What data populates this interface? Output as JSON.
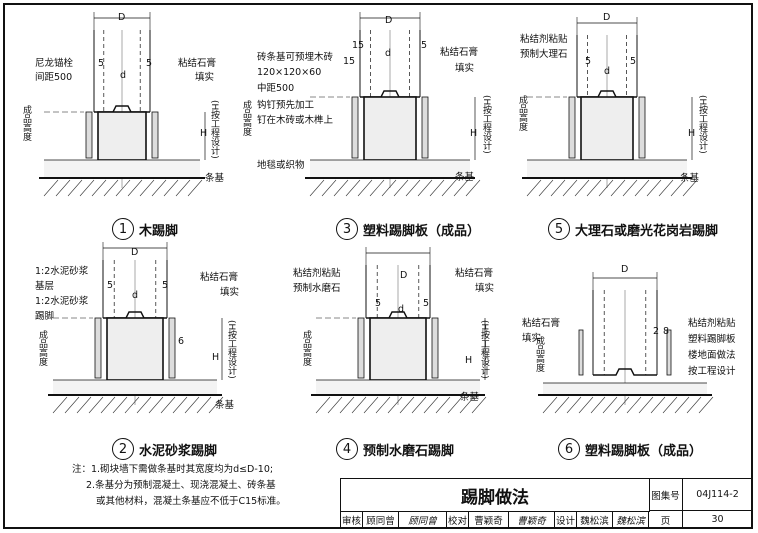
{
  "details": [
    {
      "id": "1",
      "caption": "木踢脚",
      "labels": [
        "D",
        "5",
        "d",
        "5",
        "尼龙锚栓",
        "间距500",
        "粘结石膏",
        "填实",
        "成品高度",
        "H",
        "(H按工程设计)",
        "条基"
      ]
    },
    {
      "id": "3",
      "caption": "塑料踢脚板（成品）",
      "labels": [
        "D",
        "15",
        "d",
        "5",
        "15",
        "砖条基可预埋木砖",
        "120×120×60",
        "中距500",
        "钩钉预先加工",
        "钉在木砖或木榫上",
        "粘结石膏",
        "填实",
        "成品高度",
        "H",
        "(H按工程设计)",
        "地毯或织物",
        "条基"
      ]
    },
    {
      "id": "5",
      "caption": "大理石或磨光花岗岩踢脚",
      "labels": [
        "D",
        "5",
        "d",
        "5",
        "粘结剂粘贴",
        "预制大理石",
        "成品高度",
        "H",
        "(H按工程设计)",
        "条基"
      ]
    },
    {
      "id": "2",
      "caption": "水泥砂浆踢脚",
      "labels": [
        "D",
        "5",
        "d",
        "5",
        "1:2水泥砂浆",
        "基层",
        "1:2水泥砂浆",
        "踢脚",
        "粘结石膏",
        "填实",
        "6",
        "成品高度",
        "H",
        "(H按工程设计)",
        "条基"
      ]
    },
    {
      "id": "4",
      "caption": "预制水磨石踢脚",
      "labels": [
        "D",
        "5",
        "d",
        "5",
        "粘结剂粘贴",
        "预制水磨石",
        "粘结石膏",
        "填实",
        "成品高度",
        "H",
        "(H按工程设计)",
        "条基"
      ]
    },
    {
      "id": "6",
      "caption": "塑料踢脚板（成品）",
      "labels": [
        "D",
        "粘结石膏",
        "填实",
        "2",
        "8",
        "粘结剂粘贴",
        "塑料踢脚板",
        "楼地面做法",
        "按工程设计",
        "成品高度"
      ]
    }
  ],
  "notes": {
    "line1": "注：1.砌块墙下需做条基时其宽度均为d≤D-10;",
    "line2": "2.条基分为预制混凝土、现浇混凝土、砖条基",
    "line3": "或其他材料，混凝土条基应不低于C15标准。"
  },
  "title_block": {
    "title": "踢脚做法",
    "atlas_label": "图集号",
    "atlas_no": "04J114-2",
    "review_label": "审核",
    "reviewer": "顾同曾",
    "reviewer_sig": "顾同曾",
    "check_label": "校对",
    "checker": "曹颖奇",
    "checker_sig": "曹颖奇",
    "design_label": "设计",
    "designer": "魏松滨",
    "designer_sig": "魏松滨",
    "page_label": "页",
    "page_no": "30"
  }
}
